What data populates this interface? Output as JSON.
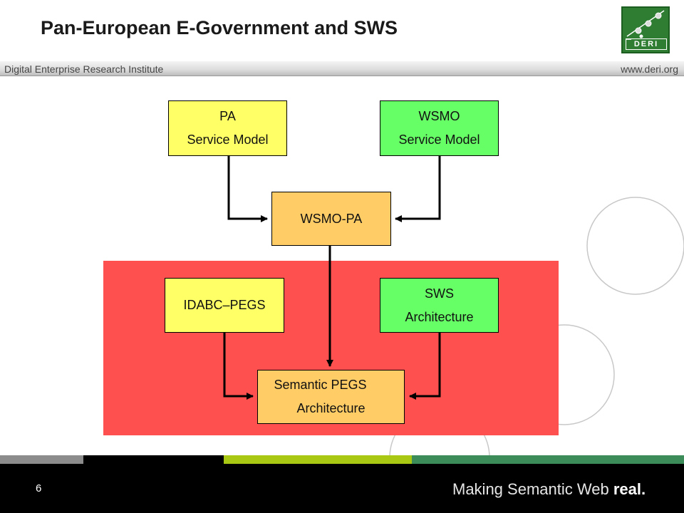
{
  "header": {
    "title": "Pan-European E-Government and SWS",
    "institute": "Digital Enterprise Research Institute",
    "website": "www.deri.org",
    "logo_text": "DERI"
  },
  "diagram": {
    "nodes": {
      "pa_service_model": {
        "lines": [
          "PA",
          "Service Model"
        ],
        "fill": "#ffff66"
      },
      "wsmo_service_model": {
        "lines": [
          "WSMO",
          "Service Model"
        ],
        "fill": "#66ff66"
      },
      "wsmo_pa": {
        "lines": [
          "WSMO-PA"
        ],
        "fill": "#ffcc66"
      },
      "idabc_pegs": {
        "lines": [
          "IDABC–PEGS"
        ],
        "fill": "#ffff66"
      },
      "sws_architecture": {
        "lines": [
          "SWS",
          "Architecture"
        ],
        "fill": "#66ff66"
      },
      "semantic_pegs_architecture": {
        "lines": [
          "Semantic PEGS",
          "Architecture"
        ],
        "fill": "#ffcc66"
      }
    },
    "edges": [
      {
        "from": "pa_service_model",
        "to": "wsmo_pa"
      },
      {
        "from": "wsmo_service_model",
        "to": "wsmo_pa"
      },
      {
        "from": "wsmo_pa",
        "to": "semantic_pegs_architecture"
      },
      {
        "from": "idabc_pegs",
        "to": "semantic_pegs_architecture"
      },
      {
        "from": "sws_architecture",
        "to": "semantic_pegs_architecture"
      }
    ],
    "region_color": "#ff5050"
  },
  "footer": {
    "page_number": "6",
    "tagline_prefix": "Making Semantic Web ",
    "tagline_emphasis": "real."
  }
}
